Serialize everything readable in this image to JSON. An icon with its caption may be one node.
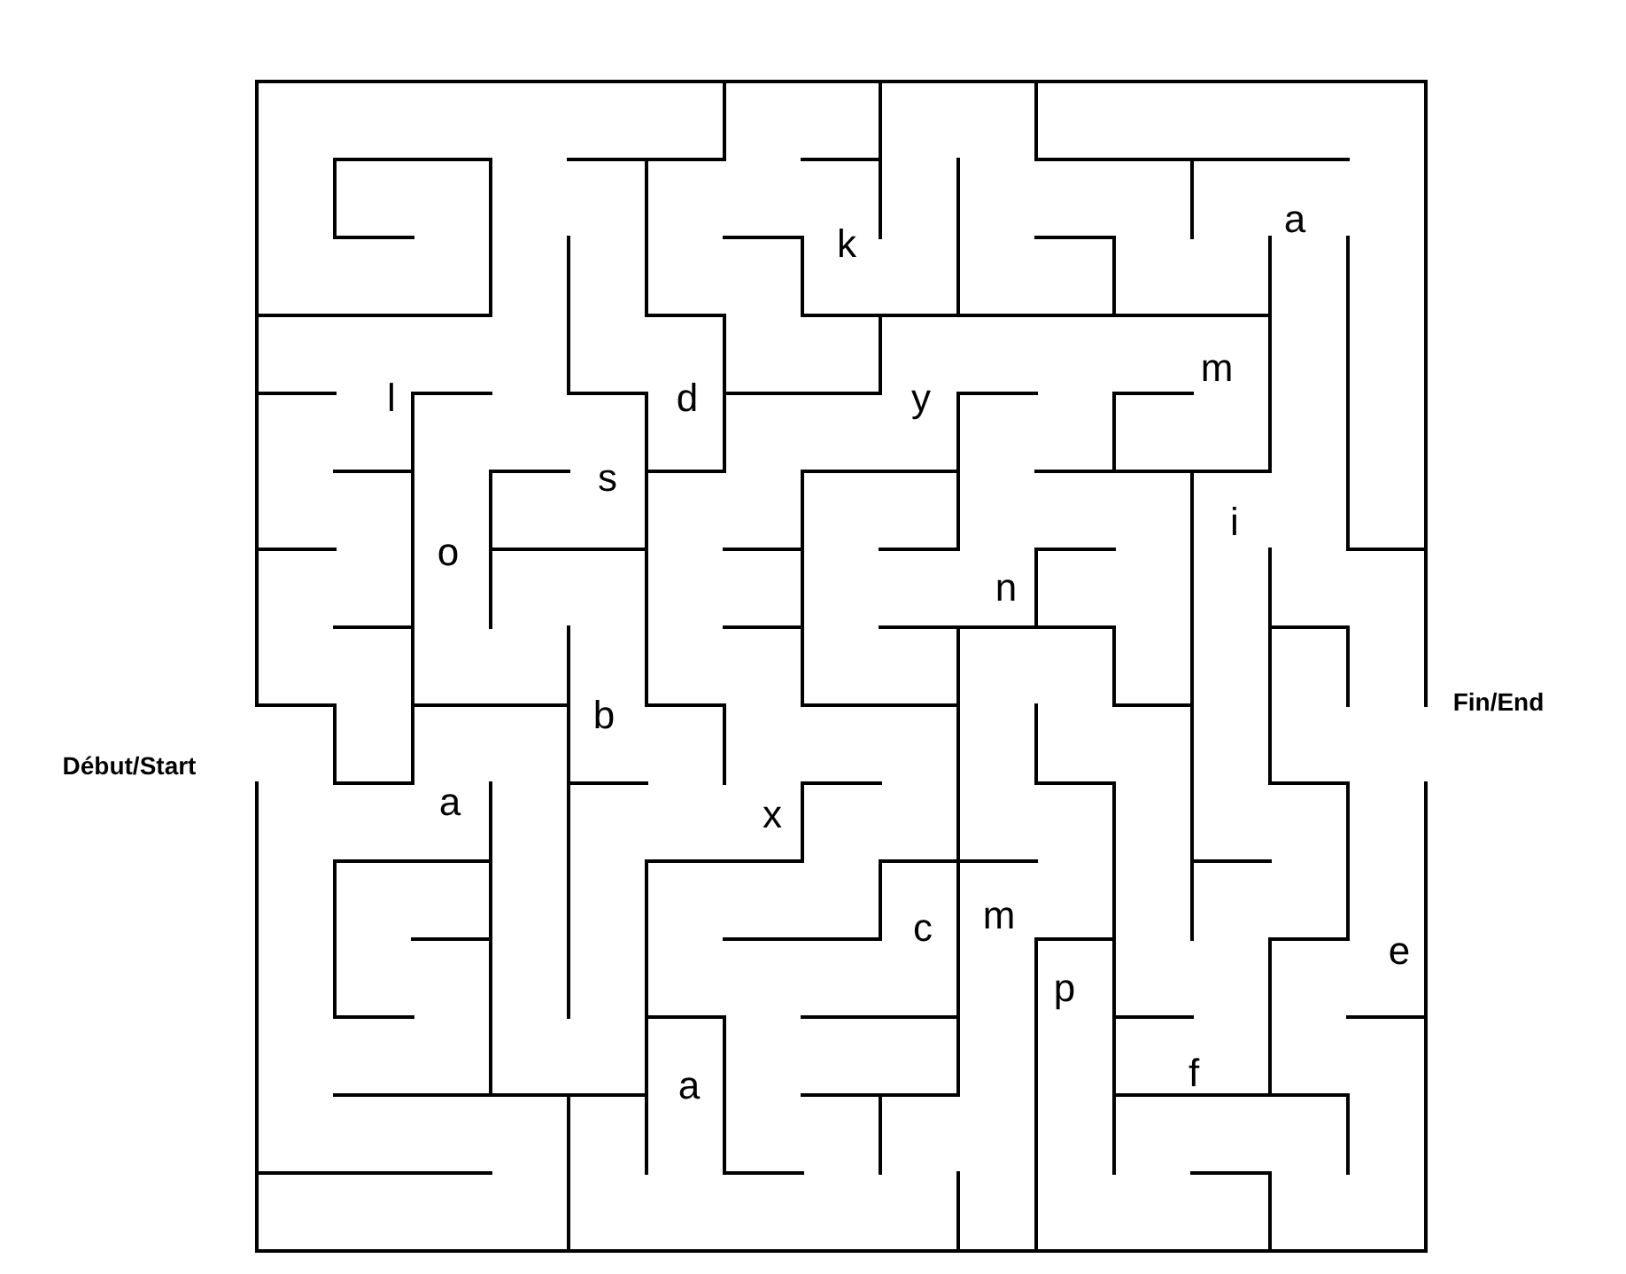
{
  "diagram": {
    "labels": [
      "k",
      "a",
      "l",
      "d",
      "y",
      "m",
      "s",
      "i",
      "o",
      "n",
      "Fin/End",
      "b",
      "Début/Start",
      "a",
      "x",
      "m",
      "c",
      "e",
      "p",
      "f",
      "a"
    ]
  }
}
